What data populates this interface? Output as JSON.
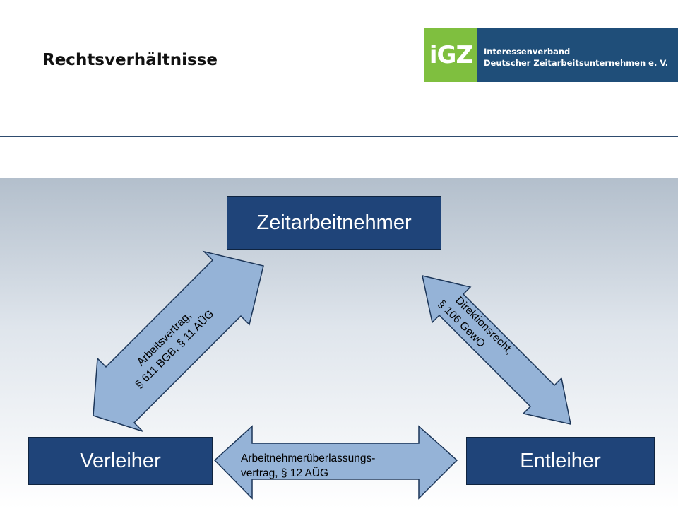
{
  "header": {
    "title": "Rechtsverhältnisse",
    "logo": {
      "mark": "iGZ",
      "line1": "Interessenverband",
      "line2": "Deutscher Zeitarbeitsunternehmen e. V.",
      "colors": {
        "background": "#1f4e79",
        "mark": "#7fbf3f"
      }
    }
  },
  "diagram": {
    "nodes": {
      "top": "Zeitarbeitnehmer",
      "left": "Verleiher",
      "right": "Entleiher"
    },
    "relations": {
      "left_top": {
        "line1": "Arbeitsvertrag,",
        "line2": "§ 611 BGB, § 11 AÜG"
      },
      "top_right": {
        "line1": "Direktionsrecht,",
        "line2": "§ 106 GewO"
      },
      "left_right": {
        "line1": "Arbeitnehmerüberlassungs-",
        "line2": "vertrag, § 12 AÜG"
      }
    },
    "colors": {
      "box": "#1f4479",
      "arrow_fill": "#95b3d7",
      "arrow_stroke": "#1b3558"
    }
  }
}
